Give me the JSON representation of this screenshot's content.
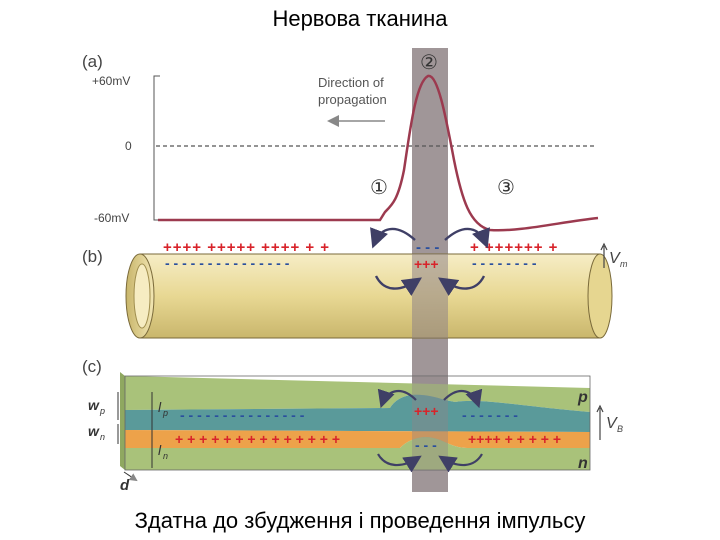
{
  "title": "Нервова тканина",
  "caption": "Здатна до збудження і проведення імпульсу",
  "panel_a": {
    "label": "(a)",
    "y_labels": {
      "top": "+60mV",
      "zero": "0",
      "bottom": "-60mV"
    },
    "direction_text_line1": "Direction of",
    "direction_text_line2": "propagation",
    "markers": [
      "①",
      "②",
      "③"
    ]
  },
  "panel_b": {
    "label": "(b)",
    "top_charges_left": "++++ +++++ ++++ + +",
    "top_charges_mid": "- - -",
    "top_charges_right": "+ ++++++ +",
    "inner_charges_left": "- - - - - - - - - - - - - - -",
    "inner_charges_mid": "+++",
    "inner_charges_right": "- - - - - - - -",
    "vm_label": "V",
    "vm_sub": "m"
  },
  "panel_c": {
    "label": "(c)",
    "wp": "w",
    "wp_sub": "p",
    "wn": "w",
    "wn_sub": "n",
    "lp": "l",
    "lp_sub": "p",
    "ln": "l",
    "ln_sub": "n",
    "d": "d",
    "p": "p",
    "n": "n",
    "vb": "V",
    "vb_sub": "B",
    "upper_minus": "- - - - - - - - - - - - - - -",
    "upper_plus": "+++",
    "upper_minus_right": "- - - - - - -",
    "lower_plus": "+ + + + + + + + + + + + + +",
    "lower_minus": "- - -",
    "lower_plus_right": "++++ + + + + +"
  },
  "colors": {
    "trace": "#9c3a4f",
    "plus": "#d8232a",
    "minus": "#2a4f9e",
    "arrow": "#3f3f66",
    "axon_fill": "#efe2a8",
    "shade": "#8f8486",
    "teal": "#5a9a9a",
    "orange": "#eda24a",
    "green": "#a9c27a"
  }
}
